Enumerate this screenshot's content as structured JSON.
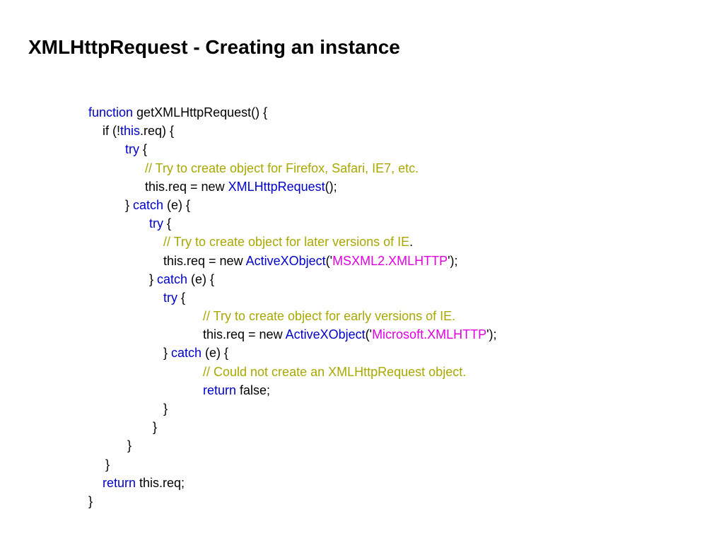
{
  "slide": {
    "title": "XMLHttpRequest - Creating an instance"
  },
  "colors": {
    "plain": "#000000",
    "keyword": "#0000cc",
    "comment": "#a8a800",
    "string": "#e000e0"
  },
  "code": {
    "lines": [
      {
        "segments": [
          {
            "t": "keyword",
            "s": "function"
          },
          {
            "t": "plain",
            "s": " getXMLHttpRequest() {"
          }
        ]
      },
      {
        "segments": [
          {
            "t": "plain",
            "s": "if (!"
          },
          {
            "t": "keyword",
            "s": "this"
          },
          {
            "t": "plain",
            "s": ".req) {"
          }
        ]
      },
      {
        "segments": [
          {
            "t": "keyword",
            "s": "try"
          },
          {
            "t": "plain",
            "s": " {"
          }
        ]
      },
      {
        "segments": [
          {
            "t": "comment",
            "s": "// Try to create object for Firefox, Safari, IE7, etc."
          }
        ]
      },
      {
        "segments": [
          {
            "t": "plain",
            "s": "this.req = new "
          },
          {
            "t": "keyword",
            "s": "XMLHttpRequest"
          },
          {
            "t": "plain",
            "s": "();"
          }
        ]
      },
      {
        "segments": [
          {
            "t": "plain",
            "s": "} "
          },
          {
            "t": "keyword",
            "s": "catch"
          },
          {
            "t": "plain",
            "s": " (e) {"
          }
        ]
      },
      {
        "segments": [
          {
            "t": "keyword",
            "s": "try"
          },
          {
            "t": "plain",
            "s": " {"
          }
        ]
      },
      {
        "segments": [
          {
            "t": "comment",
            "s": "// Try to create object for later versions of IE"
          },
          {
            "t": "plain",
            "s": "."
          }
        ]
      },
      {
        "segments": [
          {
            "t": "plain",
            "s": "this.req = new "
          },
          {
            "t": "keyword",
            "s": "ActiveXObject"
          },
          {
            "t": "plain",
            "s": "('"
          },
          {
            "t": "string",
            "s": "MSXML2.XMLHTTP"
          },
          {
            "t": "plain",
            "s": "');"
          }
        ]
      },
      {
        "segments": [
          {
            "t": "plain",
            "s": "} "
          },
          {
            "t": "keyword",
            "s": "catch"
          },
          {
            "t": "plain",
            "s": " (e) {"
          }
        ]
      },
      {
        "segments": [
          {
            "t": "keyword",
            "s": "try"
          },
          {
            "t": "plain",
            "s": " {"
          }
        ]
      },
      {
        "segments": [
          {
            "t": "comment",
            "s": "// Try to create object for early versions of IE."
          }
        ]
      },
      {
        "segments": [
          {
            "t": "plain",
            "s": "this.req = new "
          },
          {
            "t": "keyword",
            "s": "ActiveXObject"
          },
          {
            "t": "plain",
            "s": "('"
          },
          {
            "t": "string",
            "s": "Microsoft.XMLHTTP"
          },
          {
            "t": "plain",
            "s": "');"
          }
        ]
      },
      {
        "segments": [
          {
            "t": "plain",
            "s": "} "
          },
          {
            "t": "keyword",
            "s": "catch"
          },
          {
            "t": "plain",
            "s": " (e) {"
          }
        ]
      },
      {
        "segments": [
          {
            "t": "comment",
            "s": "// Could not create an XMLHttpRequest object."
          }
        ]
      },
      {
        "segments": [
          {
            "t": "keyword",
            "s": "return"
          },
          {
            "t": "plain",
            "s": " false;"
          }
        ]
      },
      {
        "segments": [
          {
            "t": "plain",
            "s": "}"
          }
        ]
      },
      {
        "segments": [
          {
            "t": "plain",
            "s": "}"
          }
        ]
      },
      {
        "segments": [
          {
            "t": "plain",
            "s": "}"
          }
        ]
      },
      {
        "segments": [
          {
            "t": "plain",
            "s": "}"
          }
        ]
      },
      {
        "segments": [
          {
            "t": "keyword",
            "s": "return"
          },
          {
            "t": "plain",
            "s": " this.req;"
          }
        ]
      },
      {
        "segments": [
          {
            "t": "plain",
            "s": "}"
          }
        ]
      }
    ]
  }
}
